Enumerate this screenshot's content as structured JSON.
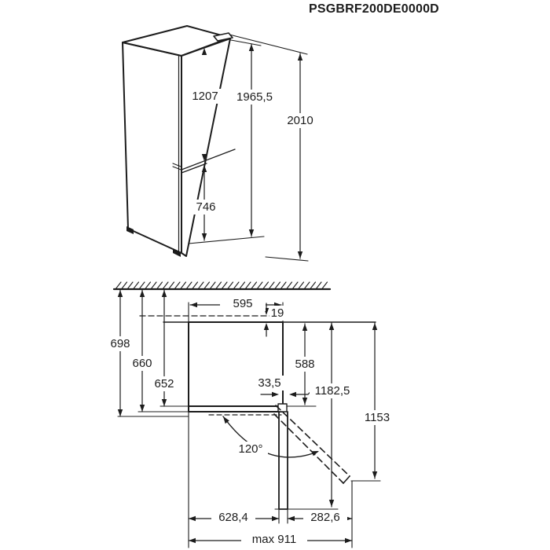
{
  "title": "PSGBRF200DE0000D",
  "front_view": {
    "dim_upper_door_height": "1207",
    "dim_body_height": "1965,5",
    "dim_total_height": "2010",
    "dim_lower_door_height": "746"
  },
  "top_view": {
    "dim_width": "595",
    "dim_wall_gap": "19",
    "dim_depth_with_handle": "698",
    "dim_depth_with_door": "660",
    "dim_depth_body": "652",
    "dim_door_width": "588",
    "dim_hinge_offset": "33,5",
    "dim_depth_door_open_90": "1182,5",
    "dim_depth_door_open_120": "1153",
    "dim_opening_angle": "120°",
    "dim_span_left": "628,4",
    "dim_span_right": "282,6",
    "dim_span_total": "max 911"
  }
}
